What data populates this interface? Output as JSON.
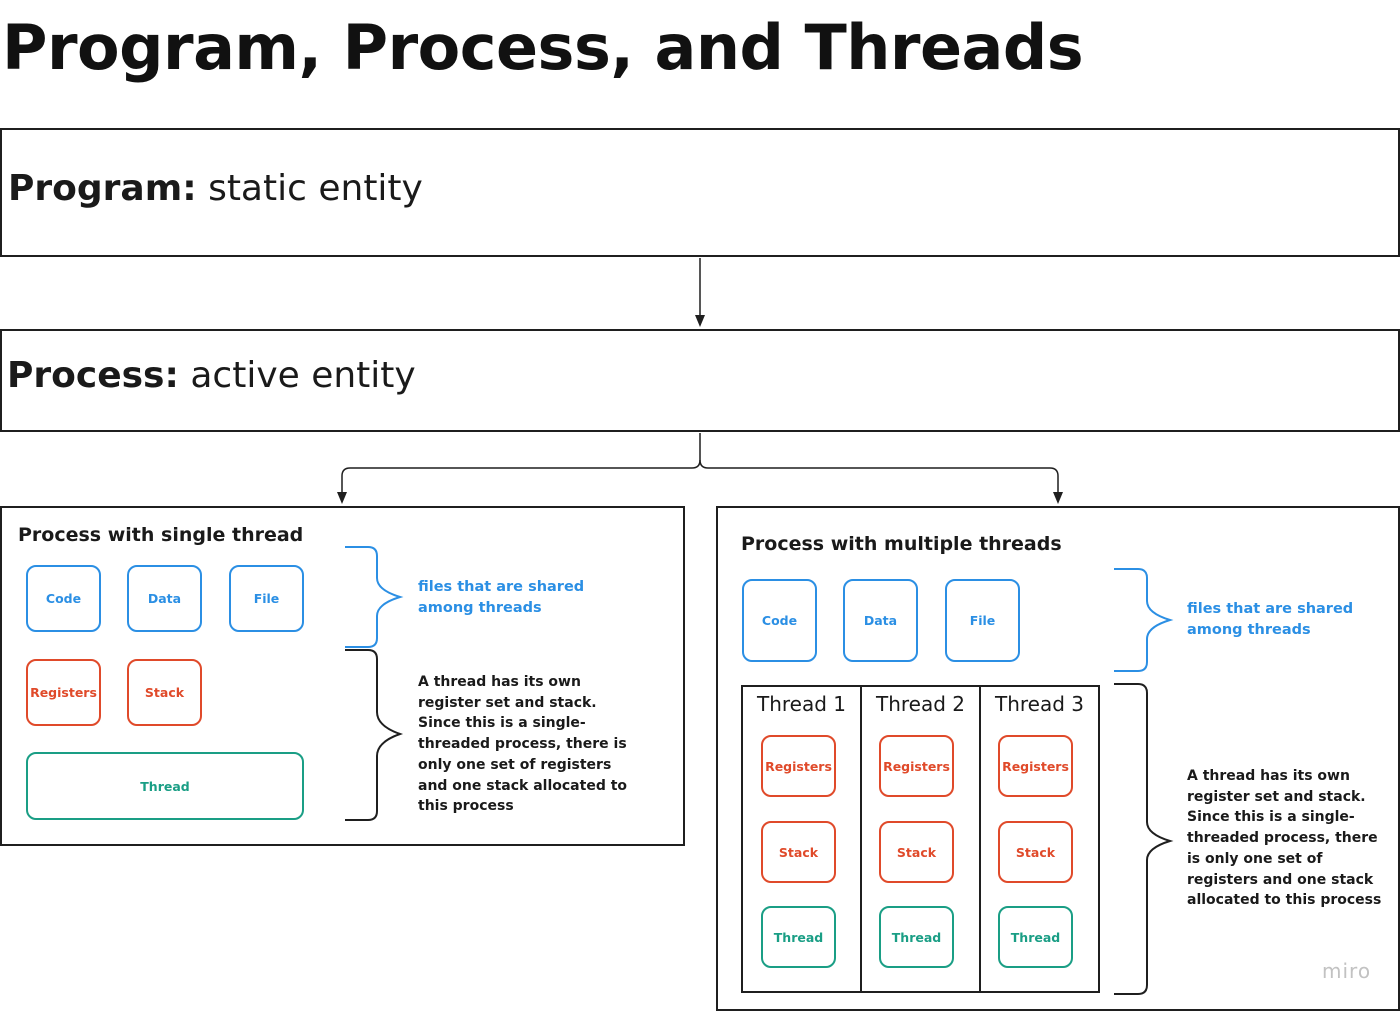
{
  "title": "Program, Process, and Threads",
  "program": {
    "term": "Program:",
    "desc": "static entity"
  },
  "process": {
    "term": "Process:",
    "desc": "active entity"
  },
  "single": {
    "title": "Process with single thread",
    "shared": [
      "Code",
      "Data",
      "File"
    ],
    "own": [
      "Registers",
      "Stack"
    ],
    "thread": "Thread",
    "shared_note": "files that are shared among threads",
    "own_note": "A thread has its own register set and stack. Since this is a single-threaded process, there is only one set of registers and one stack allocated to this process"
  },
  "multi": {
    "title": "Process with multiple threads",
    "shared": [
      "Code",
      "Data",
      "File"
    ],
    "threads": [
      {
        "label": "Thread 1",
        "items": [
          "Registers",
          "Stack",
          "Thread"
        ]
      },
      {
        "label": "Thread 2",
        "items": [
          "Registers",
          "Stack",
          "Thread"
        ]
      },
      {
        "label": "Thread 3",
        "items": [
          "Registers",
          "Stack",
          "Thread"
        ]
      }
    ],
    "shared_note": "files that are shared among threads",
    "own_note": "A thread has its own register set and stack. Since this is a single-threaded process, there is only one set of registers and one stack allocated to this process"
  },
  "watermark": "miro",
  "colors": {
    "shared": "#2b8fe4",
    "own": "#e04a2a",
    "thread": "#1a9e85",
    "frame": "#1f1f1f"
  }
}
